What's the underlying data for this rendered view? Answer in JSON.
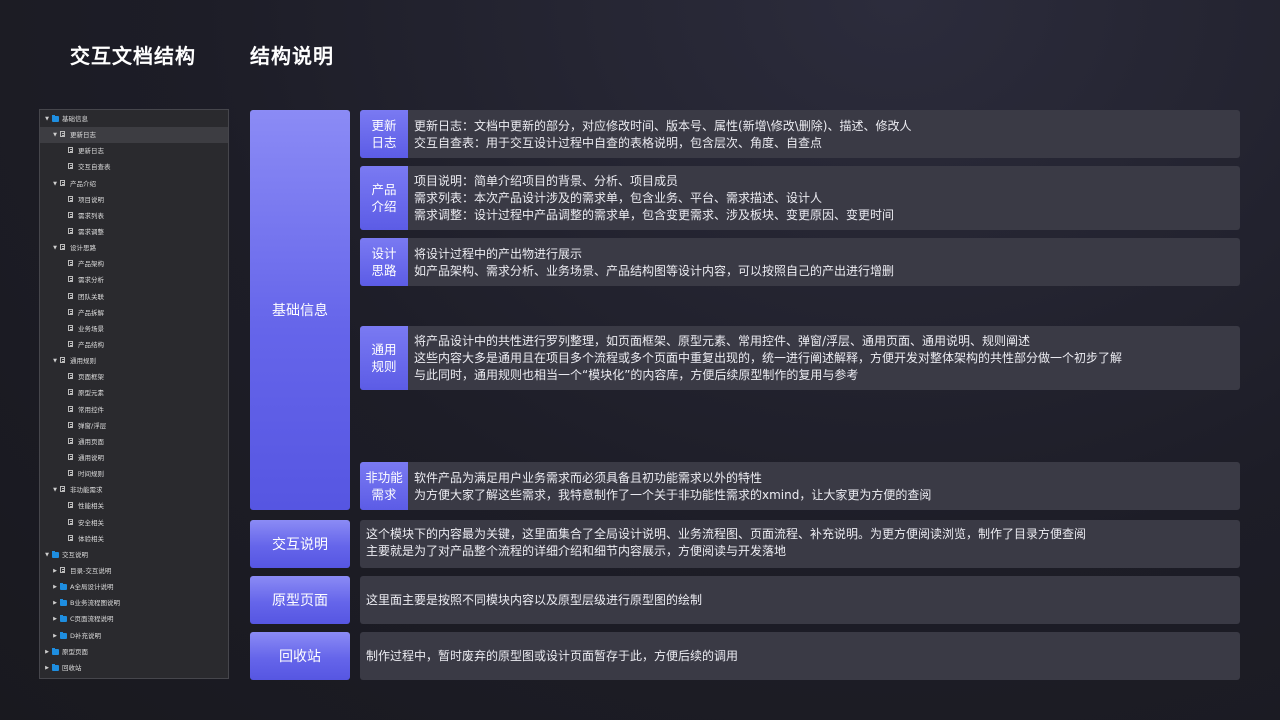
{
  "titles": {
    "left": "交互文档结构",
    "right": "结构说明"
  },
  "tree": [
    {
      "label": "基础信息",
      "level": 0,
      "icon": "folder",
      "arrow": "expanded"
    },
    {
      "label": "更新日志",
      "level": 1,
      "icon": "page",
      "arrow": "expanded",
      "selected": true
    },
    {
      "label": "更新日志",
      "level": 2,
      "icon": "page"
    },
    {
      "label": "交互自查表",
      "level": 2,
      "icon": "page"
    },
    {
      "label": "产品介绍",
      "level": 1,
      "icon": "page",
      "arrow": "expanded"
    },
    {
      "label": "项目说明",
      "level": 2,
      "icon": "page"
    },
    {
      "label": "需求列表",
      "level": 2,
      "icon": "page"
    },
    {
      "label": "需求调整",
      "level": 2,
      "icon": "page"
    },
    {
      "label": "设计思路",
      "level": 1,
      "icon": "page",
      "arrow": "expanded"
    },
    {
      "label": "产品架构",
      "level": 2,
      "icon": "page"
    },
    {
      "label": "需求分析",
      "level": 2,
      "icon": "page"
    },
    {
      "label": "团队关联",
      "level": 2,
      "icon": "page"
    },
    {
      "label": "产品拆解",
      "level": 2,
      "icon": "page"
    },
    {
      "label": "业务场景",
      "level": 2,
      "icon": "page"
    },
    {
      "label": "产品结构",
      "level": 2,
      "icon": "page"
    },
    {
      "label": "通用规则",
      "level": 1,
      "icon": "page",
      "arrow": "expanded"
    },
    {
      "label": "页面框架",
      "level": 2,
      "icon": "page"
    },
    {
      "label": "原型元素",
      "level": 2,
      "icon": "page"
    },
    {
      "label": "常用控件",
      "level": 2,
      "icon": "page"
    },
    {
      "label": "弹窗/浮层",
      "level": 2,
      "icon": "page"
    },
    {
      "label": "通用页面",
      "level": 2,
      "icon": "page"
    },
    {
      "label": "通用说明",
      "level": 2,
      "icon": "page"
    },
    {
      "label": "时间规则",
      "level": 2,
      "icon": "page"
    },
    {
      "label": "非功能需求",
      "level": 1,
      "icon": "page",
      "arrow": "expanded"
    },
    {
      "label": "性能相关",
      "level": 2,
      "icon": "page"
    },
    {
      "label": "安全相关",
      "level": 2,
      "icon": "page"
    },
    {
      "label": "体验相关",
      "level": 2,
      "icon": "page"
    },
    {
      "label": "交互说明",
      "level": 0,
      "icon": "folder",
      "arrow": "expanded"
    },
    {
      "label": "目录-交互说明",
      "level": 1,
      "icon": "page",
      "arrow": "collapsed"
    },
    {
      "label": "A全局设计说明",
      "level": 1,
      "icon": "folder",
      "arrow": "collapsed"
    },
    {
      "label": "B业务流程图说明",
      "level": 1,
      "icon": "folder",
      "arrow": "collapsed"
    },
    {
      "label": "C页面流程说明",
      "level": 1,
      "icon": "folder",
      "arrow": "collapsed"
    },
    {
      "label": "D补充说明",
      "level": 1,
      "icon": "folder",
      "arrow": "collapsed"
    },
    {
      "label": "原型页面",
      "level": 0,
      "icon": "folder",
      "arrow": "collapsed"
    },
    {
      "label": "回收站",
      "level": 0,
      "icon": "folder",
      "arrow": "collapsed"
    }
  ],
  "categories": {
    "basic": "基础信息",
    "interaction": "交互说明",
    "prototype": "原型页面",
    "recycle": "回收站"
  },
  "cards": {
    "update": {
      "tag_line1": "更新",
      "tag_line2": "日志",
      "lines": [
        "更新日志：文档中更新的部分，对应修改时间、版本号、属性(新增\\修改\\删除)、描述、修改人",
        "交互自查表：用于交互设计过程中自查的表格说明，包含层次、角度、自查点"
      ]
    },
    "product": {
      "tag_line1": "产品",
      "tag_line2": "介绍",
      "lines": [
        "项目说明：简单介绍项目的背景、分析、项目成员",
        "需求列表：本次产品设计涉及的需求单，包含业务、平台、需求描述、设计人",
        "需求调整：设计过程中产品调整的需求单，包含变更需求、涉及板块、变更原因、变更时间"
      ]
    },
    "design": {
      "tag_line1": "设计",
      "tag_line2": "思路",
      "lines": [
        "将设计过程中的产出物进行展示",
        "如产品架构、需求分析、业务场景、产品结构图等设计内容，可以按照自己的产出进行增删"
      ]
    },
    "rules": {
      "tag_line1": "通用",
      "tag_line2": "规则",
      "lines": [
        "将产品设计中的共性进行罗列整理，如页面框架、原型元素、常用控件、弹窗/浮层、通用页面、通用说明、规则阐述",
        "这些内容大多是通用且在项目多个流程或多个页面中重复出现的，统一进行阐述解释，方便开发对整体架构的共性部分做一个初步了解",
        "与此同时，通用规则也相当一个“模块化”的内容库，方便后续原型制作的复用与参考"
      ]
    },
    "nonfunc": {
      "tag_line1": "非功能",
      "tag_line2": "需求",
      "lines": [
        "软件产品为满足用户业务需求而必须具备且初功能需求以外的特性",
        "为方便大家了解这些需求，我特意制作了一个关于非功能性需求的xmind，让大家更为方便的查阅"
      ]
    },
    "interaction": {
      "lines": [
        "这个模块下的内容最为关键，这里面集合了全局设计说明、业务流程图、页面流程、补充说明。为更方便阅读浏览，制作了目录方便查阅",
        "主要就是为了对产品整个流程的详细介绍和细节内容展示，方便阅读与开发落地"
      ]
    },
    "prototype": {
      "lines": [
        "这里面主要是按照不同模块内容以及原型层级进行原型图的绘制"
      ]
    },
    "recycle": {
      "lines": [
        "制作过程中，暂时废弃的原型图或设计页面暂存于此，方便后续的调用"
      ]
    }
  },
  "colors": {
    "accent": "#6565ea",
    "card_bg": "#3a3a45",
    "folder": "#1e8ee0"
  }
}
